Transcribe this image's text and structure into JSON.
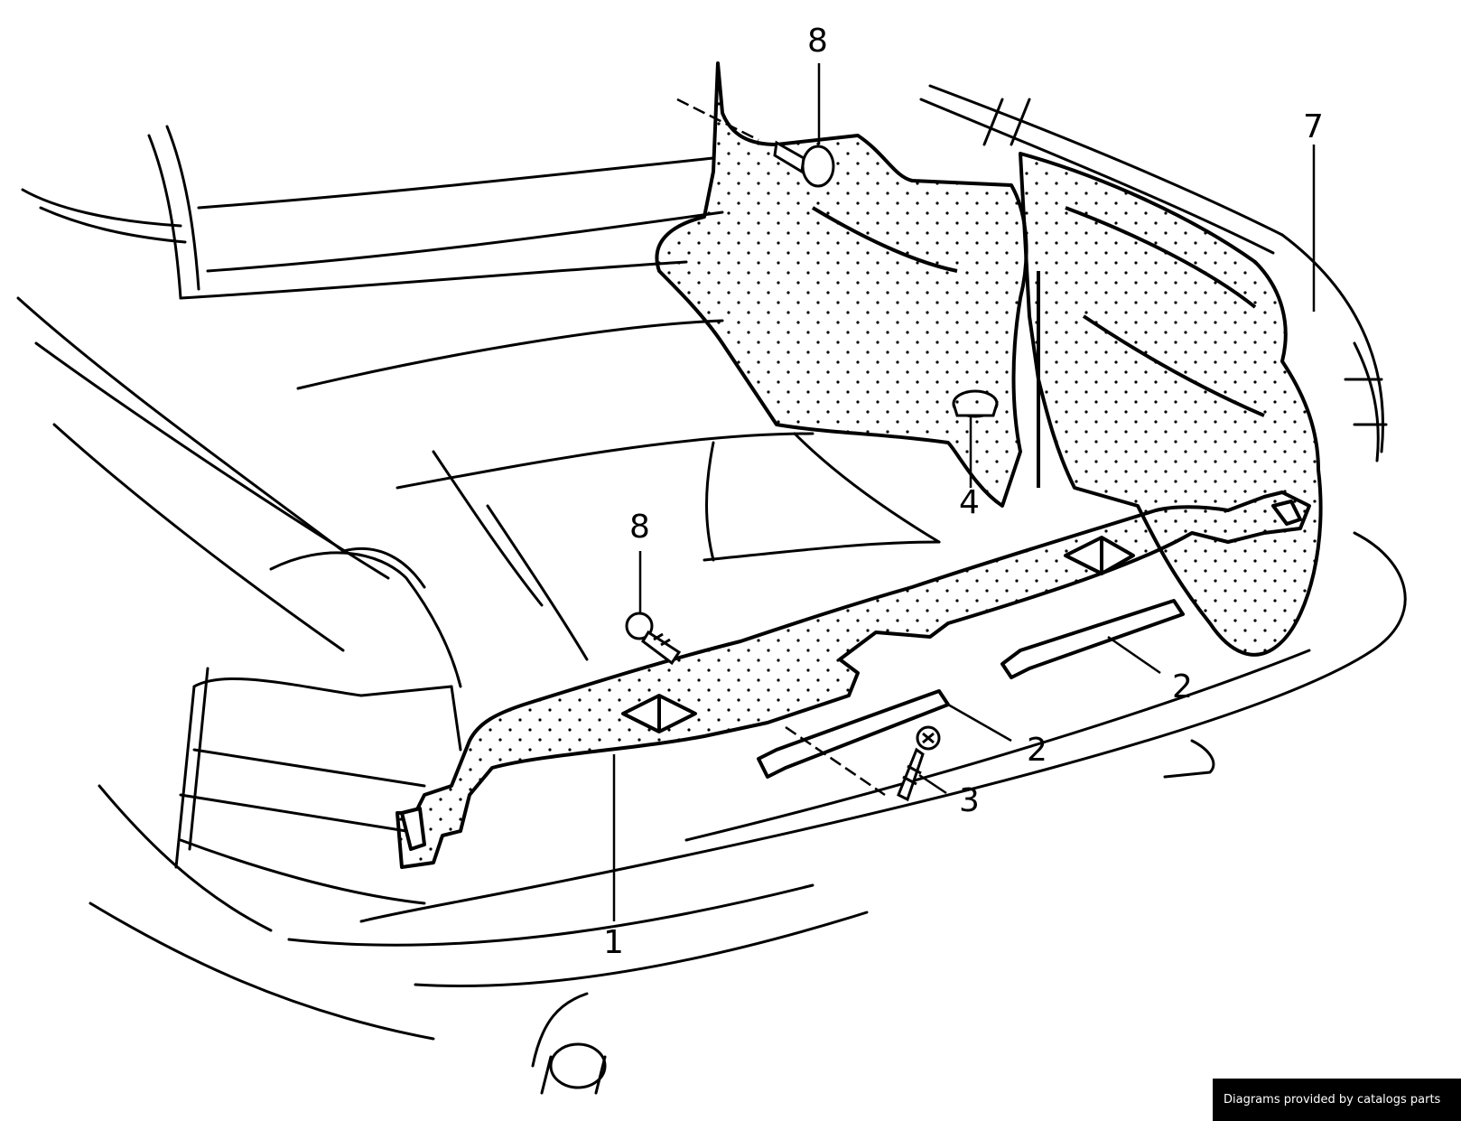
{
  "diagram": {
    "colors": {
      "line": "#000000",
      "background": "#ffffff"
    },
    "callouts": {
      "c1": "1",
      "c2a": "2",
      "c2b": "2",
      "c3": "3",
      "c4": "4",
      "c7": "7",
      "c8a": "8",
      "c8b": "8"
    }
  },
  "footer": {
    "credit": "Diagrams provided by catalogs parts"
  }
}
